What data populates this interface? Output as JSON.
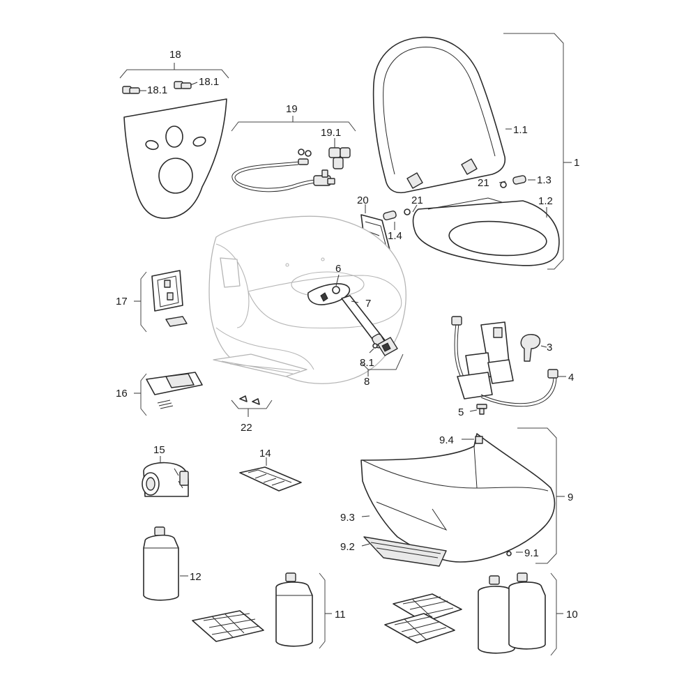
{
  "diagram": {
    "labels": {
      "l1": "1",
      "l1_1": "1.1",
      "l1_2": "1.2",
      "l1_3": "1.3",
      "l1_4": "1.4",
      "l3": "3",
      "l4": "4",
      "l5": "5",
      "l6": "6",
      "l7": "7",
      "l8": "8",
      "l8_1": "8.1",
      "l9": "9",
      "l9_1": "9.1",
      "l9_2": "9.2",
      "l9_3": "9.3",
      "l9_4": "9.4",
      "l10": "10",
      "l11": "11",
      "l12": "12",
      "l14": "14",
      "l15": "15",
      "l16": "16",
      "l17": "17",
      "l18": "18",
      "l18_1a": "18.1",
      "l18_1b": "18.1",
      "l19": "19",
      "l19_1": "19.1",
      "l20": "20",
      "l21a": "21",
      "l21b": "21",
      "l22": "22"
    },
    "colors": {
      "line": "#333333",
      "ghost": "#b5b5b5",
      "fill": "#ffffff"
    }
  }
}
